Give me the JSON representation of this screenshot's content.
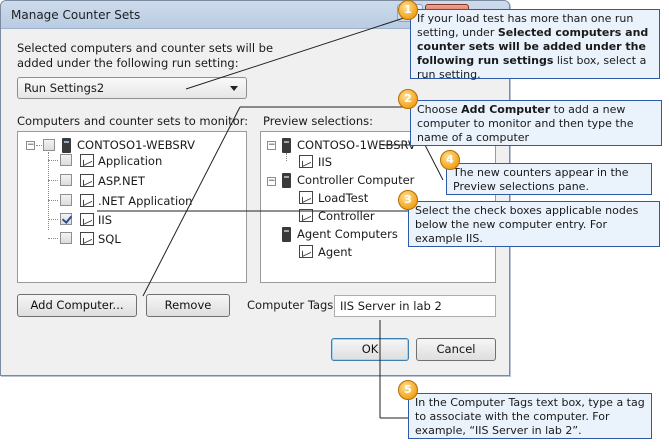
{
  "dialog": {
    "title": "Manage Counter Sets",
    "intro_line1": "Selected computers and counter sets will be",
    "intro_line2": "added under the following run setting:",
    "run_setting_selected": "Run Settings2",
    "computers_label": "Computers and counter sets to monitor:",
    "preview_label": "Preview selections:",
    "computer_tags_label": "Computer Tags:",
    "computer_tags_value": "IIS Server in lab 2",
    "add_computer_label": "Add Computer...",
    "remove_label": "Remove",
    "ok_label": "OK",
    "cancel_label": "Cancel"
  },
  "tree": {
    "root": "CONTOSO1-WEBSRV",
    "items": [
      {
        "label": "Application",
        "checked": false
      },
      {
        "label": "ASP.NET",
        "checked": false
      },
      {
        "label": ".NET Application",
        "checked": false
      },
      {
        "label": "IIS",
        "checked": true
      },
      {
        "label": "SQL",
        "checked": false
      }
    ]
  },
  "preview": {
    "computer1": "CONTOSO-1WEBSRV",
    "computer1_item": "IIS",
    "controller": "Controller Computer",
    "controller_items": [
      "LoadTest",
      "Controller"
    ],
    "agents": "Agent Computers",
    "agents_item": "Agent"
  },
  "callouts": [
    {
      "num": "1",
      "pre": "If your load test has more than one run setting, under ",
      "bold": "Selected computers and counter sets will be added under the following run settings",
      "post": " list box, select a run setting."
    },
    {
      "num": "2",
      "pre": "Choose ",
      "bold": "Add Computer",
      "post": " to add a new computer to monitor and then type the name of a computer"
    },
    {
      "num": "3",
      "text": "Select the check boxes applicable nodes below the new computer entry. For example IIS."
    },
    {
      "num": "4",
      "text": "The new counters appear in the Preview selections pane."
    },
    {
      "num": "5",
      "text": "In the Computer Tags text box, type a tag to associate with the computer. For example, “IIS Server in lab 2”."
    }
  ],
  "colors": {
    "callout_border": "#2f5aa8",
    "callout_bg": "#eaf2fc",
    "badge": "#f2a31b",
    "close_button": "#c6472e"
  }
}
